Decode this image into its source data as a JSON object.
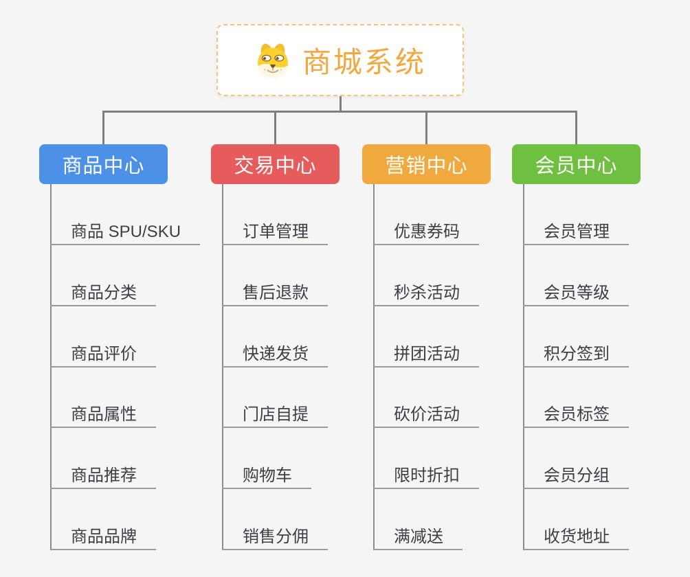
{
  "root": {
    "label": "商城系统",
    "icon": "doge-icon"
  },
  "branches": [
    {
      "label": "商品中心",
      "color": "#4C90E8",
      "items": [
        "商品 SPU/SKU",
        "商品分类",
        "商品评价",
        "商品属性",
        "商品推荐",
        "商品品牌"
      ]
    },
    {
      "label": "交易中心",
      "color": "#E65C5C",
      "items": [
        "订单管理",
        "售后退款",
        "快递发货",
        "门店自提",
        "购物车",
        "销售分佣"
      ]
    },
    {
      "label": "营销中心",
      "color": "#EFA93E",
      "items": [
        "优惠券码",
        "秒杀活动",
        "拼团活动",
        "砍价活动",
        "限时折扣",
        "满减送"
      ]
    },
    {
      "label": "会员中心",
      "color": "#6FC040",
      "items": [
        "会员管理",
        "会员等级",
        "积分签到",
        "会员标签",
        "会员分组",
        "收货地址"
      ]
    }
  ],
  "style": {
    "background": "#F5F5F6",
    "root_text_color": "#F3A73F",
    "root_border_color": "#F6C273",
    "connector_color": "#7F7F7F",
    "leaf_line_color": "#9A9A9A",
    "leaf_text_color": "#3C4045"
  }
}
